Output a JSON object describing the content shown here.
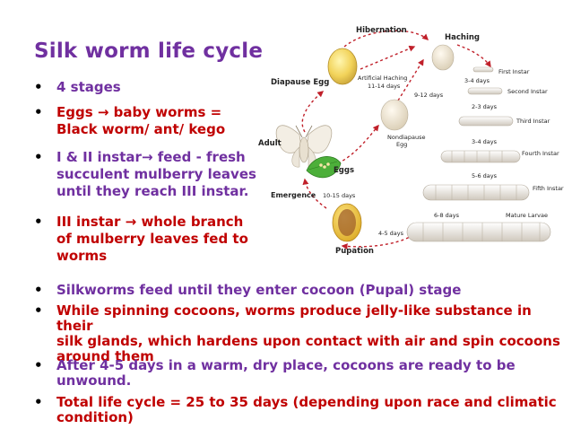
{
  "slide": {
    "title": "Silk worm life cycle",
    "colors": {
      "title": "#7030a0",
      "purple_text": "#7030a0",
      "red_text": "#c00000",
      "arrow": "#c0202a"
    },
    "bullets_top": [
      {
        "text": "4 stages"
      },
      {
        "part1": "Eggs ",
        "arrow": "→",
        "part2": " baby worms =",
        "line2": "Black worm/ ant/ kego"
      },
      {
        "part1": "I & II instar",
        "arrow": "→",
        "part2": " feed - fresh",
        "line2": "succulent mulberry leaves",
        "line3": "until they reach III instar."
      },
      {
        "part1": "III instar ",
        "arrow": "→",
        "part2": " whole branch",
        "line2": "of mulberry leaves fed to",
        "line3": "worms"
      }
    ],
    "bullets_bottom": [
      {
        "lines": [
          "Silkworms feed until they enter cocoon (Pupal) stage"
        ]
      },
      {
        "lines": [
          "While spinning cocoons, worms produce jelly-like substance in their",
          "silk glands, which hardens upon contact with air and spin cocoons",
          "around them"
        ]
      },
      {
        "lines": [
          "After 4-5 days in a warm, dry place, cocoons are ready to be",
          "unwound."
        ]
      },
      {
        "lines": [
          "Total life cycle = 25 to 35 days (depending upon race and climatic",
          "condition)"
        ]
      }
    ]
  },
  "diagram": {
    "labels": {
      "hibernation": "Hibernation",
      "haching": "Haching",
      "diapause_egg": "Diapause Egg",
      "artificial_haching": "Artificial Haching",
      "artificial_days": "11-14 days",
      "days_9_12": "9-12 days",
      "nondiapause_1": "Nondiapause",
      "nondiapause_2": "Egg",
      "adult": "Adult",
      "eggs": "Eggs",
      "emergence": "Emergence",
      "days_10_15": "10-15 days",
      "pupation": "Pupation",
      "days_4_5": "4-5 days",
      "first_instar": "First Instar",
      "days_3_4a": "3-4 days",
      "second_instar": "Second Instar",
      "days_2_3": "2-3 days",
      "third_instar": "Third Instar",
      "days_3_4b": "3-4 days",
      "fourth_instar": "Fourth Instar",
      "days_5_6": "5-6 days",
      "fifth_instar": "Fifth Instar",
      "days_6_8": "6-8 days",
      "mature_larvae": "Mature Larvae"
    }
  }
}
